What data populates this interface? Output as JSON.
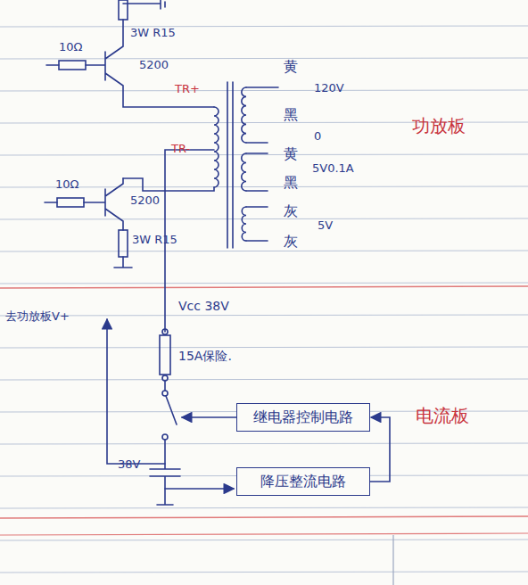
{
  "diagram": {
    "nodes": [
      {
        "text": [
          "继电器控制电路"
        ]
      },
      {
        "text": [
          "降压整流电路"
        ]
      }
    ],
    "edges": [
      {
        "from": 1,
        "to": 0,
        "arrow": "to"
      }
    ],
    "labels": [
      "3W R15",
      "10Ω",
      "5200",
      "黄",
      "120V",
      "TR+",
      "功放板",
      "黑",
      "0",
      "TR-",
      "黄",
      "5V0.1A",
      "10Ω",
      "5200",
      "黑",
      "灰",
      "5V",
      "3W R15",
      "灰",
      "去功放板V+",
      "Vcc 38V",
      "15A保险.",
      "电流板",
      "38V"
    ]
  }
}
